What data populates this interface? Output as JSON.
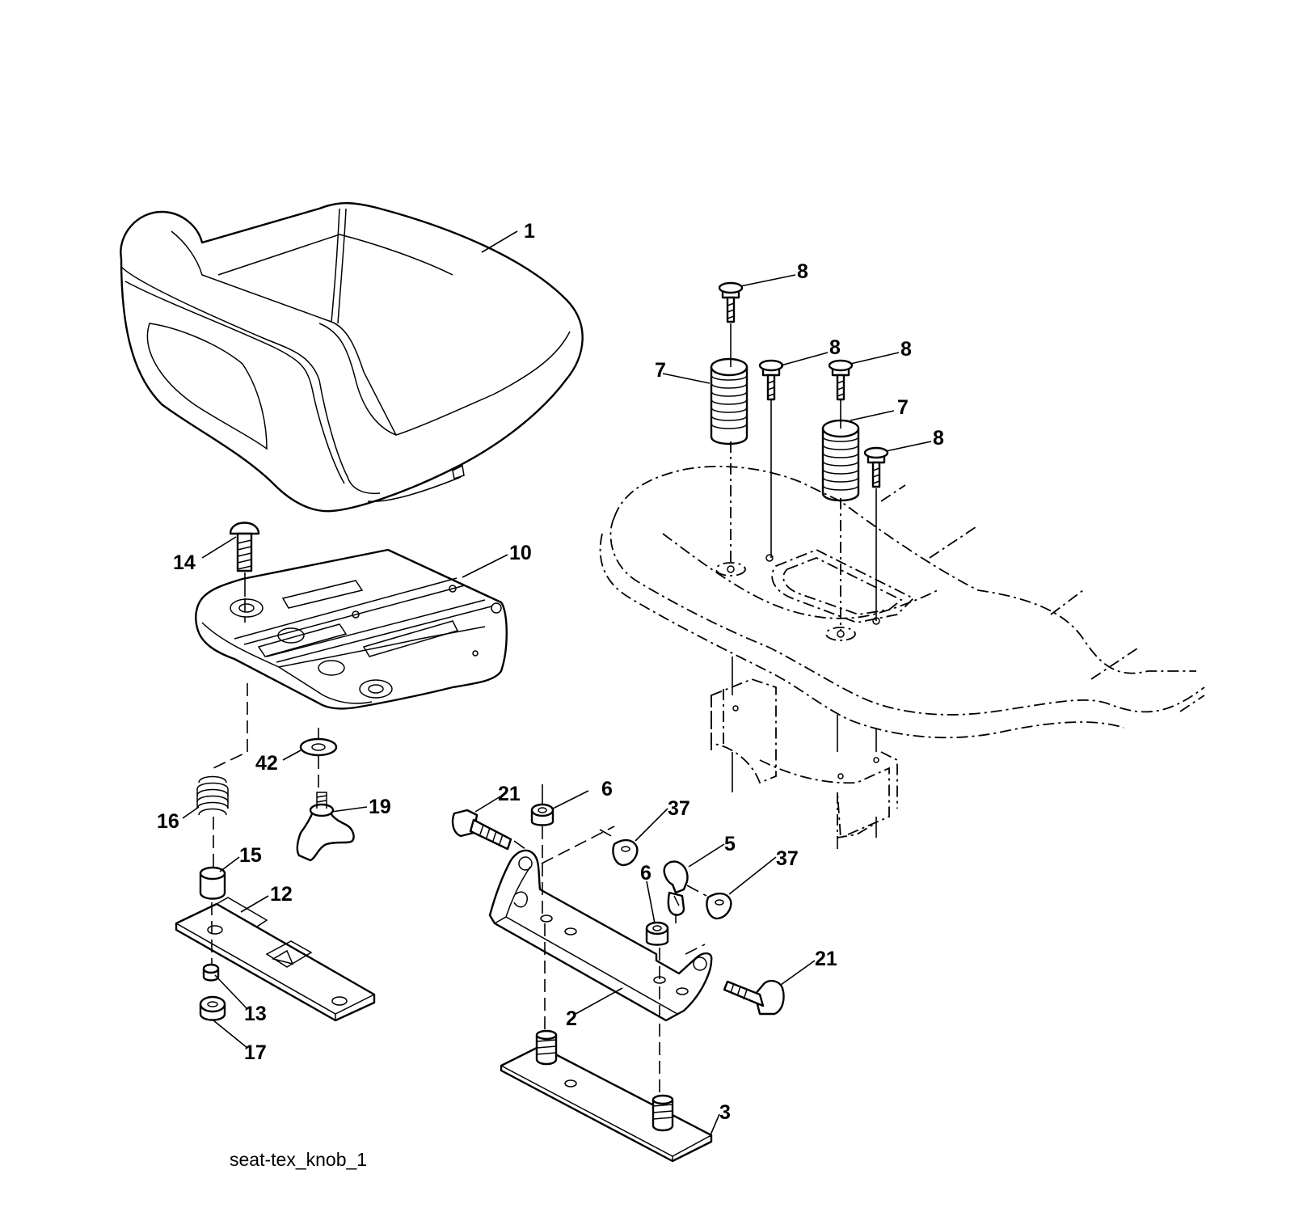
{
  "diagram": {
    "caption": "seat-tex_knob_1",
    "callouts": [
      {
        "id": "c1",
        "label": "1"
      },
      {
        "id": "c8a",
        "label": "8"
      },
      {
        "id": "c8b",
        "label": "8"
      },
      {
        "id": "c8c",
        "label": "8"
      },
      {
        "id": "c8d",
        "label": "8"
      },
      {
        "id": "c7a",
        "label": "7"
      },
      {
        "id": "c7b",
        "label": "7"
      },
      {
        "id": "c10",
        "label": "10"
      },
      {
        "id": "c14",
        "label": "14"
      },
      {
        "id": "c42",
        "label": "42"
      },
      {
        "id": "c19",
        "label": "19"
      },
      {
        "id": "c16",
        "label": "16"
      },
      {
        "id": "c15",
        "label": "15"
      },
      {
        "id": "c12",
        "label": "12"
      },
      {
        "id": "c13",
        "label": "13"
      },
      {
        "id": "c17",
        "label": "17"
      },
      {
        "id": "c21a",
        "label": "21"
      },
      {
        "id": "c6a",
        "label": "6"
      },
      {
        "id": "c37a",
        "label": "37"
      },
      {
        "id": "c5",
        "label": "5"
      },
      {
        "id": "c6b",
        "label": "6"
      },
      {
        "id": "c37b",
        "label": "37"
      },
      {
        "id": "c21b",
        "label": "21"
      },
      {
        "id": "c2",
        "label": "2"
      },
      {
        "id": "c3",
        "label": "3"
      }
    ]
  }
}
